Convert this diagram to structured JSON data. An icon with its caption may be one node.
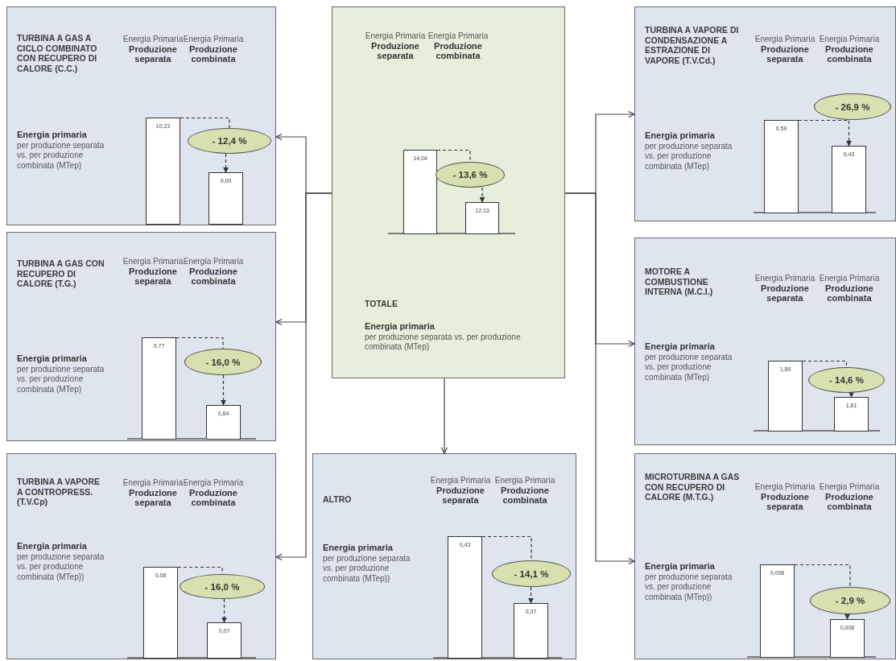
{
  "diagram": {
    "nodes": [
      {
        "text": [
          "TURBINA A GAS A CICLO COMBINATO CON RECUPERO DI CALORE (C.C.)",
          "Energia Primaria **Produzione separata**",
          "Energia Primaria **Produzione combinata**",
          "**Energia primaria** per produzione separata vs. per produzione combinata (MTep)"
        ]
      },
      {
        "text": [
          "10,23"
        ],
        "in": 0
      },
      {
        "text": [
          "- 12,4 %"
        ],
        "in": 0
      },
      {
        "text": [
          "9,00"
        ],
        "in": 0
      },
      {
        "text": [
          "Energia Primaria **Produzione separata**",
          "Energia Primaria **Produzione combinata**",
          "TOTALE",
          "**Energia primaria** per produzione separata vs. per produzione combinata (MTep)"
        ]
      },
      {
        "text": [
          "14,04"
        ],
        "in": 4
      },
      {
        "text": [
          "- 13,6 %"
        ],
        "in": 4
      },
      {
        "text": [
          "12,13"
        ],
        "in": 4
      },
      {
        "text": [
          "TURBINA A VAPORE DI CONDENSAZIONE A ESTRAZIONE DI VAPORE (T.V.Cd.)",
          "Energia Primaria **Produzione separata**",
          "Energia Primaria **Produzione combinata**",
          "**Energia primaria** per produzione separata vs. per produzione combinata (MTep)"
        ]
      },
      {
        "text": [
          "0,59"
        ],
        "in": 8
      },
      {
        "text": [
          "- 26,9 %"
        ],
        "in": 8
      },
      {
        "text": [
          "0,43"
        ],
        "in": 8
      },
      {
        "text": [
          "TURBINA A GAS CON RECUPERO DI CALORE (T.G.)",
          "Energia Primaria **Produzione separata**",
          "Energia Primaria **Produzione combinata**",
          "**Energia primaria** per produzione separata vs. per produzione combinata (MTep)"
        ]
      },
      {
        "text": [
          "0,77"
        ],
        "in": 12
      },
      {
        "text": [
          "- 16,0 %"
        ],
        "in": 12
      },
      {
        "text": [
          "0,64"
        ],
        "in": 12
      },
      {
        "text": [
          "MOTORE A COMBUSTIONE INTERNA (M.C.I.)",
          "Energia Primaria **Produzione separata**",
          "Energia Primaria **Produzione combinata**",
          "**Energia primaria** per produzione separata vs. per produzione combinata (MTep)"
        ]
      },
      {
        "text": [
          "1,89"
        ],
        "in": 16
      },
      {
        "text": [
          "- 14,6 %"
        ],
        "in": 16
      },
      {
        "text": [
          "1,61"
        ],
        "in": 16
      },
      {
        "text": [
          "TURBINA A VAPORE A CONTROPRESS. (T.V.Cp)",
          "Energia Primaria **Produzione separata**",
          "Energia Primaria **Produzione combinata**",
          "**Energia primaria** per produzione separata vs. per produzione combinata (MTep))"
        ]
      },
      {
        "text": [
          "0,08"
        ],
        "in": 20
      },
      {
        "text": [
          "- 16,0 %"
        ],
        "in": 20
      },
      {
        "text": [
          "0,07"
        ],
        "in": 20
      },
      {
        "text": [
          "ALTRO",
          "Energia Primaria **Produzione separata**",
          "Energia Primaria **Produzione combinata**",
          "**Energia primaria** per produzione separata vs. per produzione combinata (MTep))"
        ]
      },
      {
        "text": [
          "0,43"
        ],
        "in": 24
      },
      {
        "text": [
          "- 14,1 %"
        ],
        "in": 24
      },
      {
        "text": [
          "0,37"
        ],
        "in": 24
      },
      {
        "text": [
          "MICROTURBINA A GAS CON RECUPERO DI CALORE (M.T.G.)",
          "Energia Primaria **Produzione separata**",
          "Energia Primaria **Produzione combinata**",
          "**Energia primaria** per produzione separata vs. per produzione combinata (MTep))"
        ]
      },
      {
        "text": [
          "0,008"
        ],
        "in": 28
      },
      {
        "text": [
          "- 2,9 %"
        ],
        "in": 28
      },
      {
        "text": [
          "0,008"
        ],
        "in": 28
      }
    ],
    "edges": [
      {
        "from": 4,
        "to": 0,
        "arrow": "to"
      },
      {
        "from": 4,
        "to": 12,
        "arrow": "to"
      },
      {
        "from": 4,
        "to": 20,
        "arrow": "to"
      },
      {
        "from": 4,
        "to": 8,
        "arrow": "to"
      },
      {
        "from": 4,
        "to": 16,
        "arrow": "to"
      },
      {
        "from": 4,
        "to": 28,
        "arrow": "to"
      },
      {
        "from": 4,
        "to": 24,
        "arrow": "to"
      },
      {
        "from": 1,
        "to": 2,
        "arrow": "none",
        "style": "dashed"
      },
      {
        "from": 2,
        "to": 3,
        "arrow": "to",
        "style": "dashed"
      },
      {
        "from": 5,
        "to": 6,
        "arrow": "none",
        "style": "dashed"
      },
      {
        "from": 6,
        "to": 7,
        "arrow": "to",
        "style": "dashed"
      },
      {
        "from": 9,
        "to": 11,
        "arrow": "to",
        "style": "dashed"
      },
      {
        "from": 13,
        "to": 14,
        "arrow": "none",
        "style": "dashed"
      },
      {
        "from": 14,
        "to": 15,
        "arrow": "to",
        "style": "dashed"
      },
      {
        "from": 17,
        "to": 18,
        "arrow": "none",
        "style": "dashed"
      },
      {
        "from": 18,
        "to": 19,
        "arrow": "to",
        "style": "dashed"
      },
      {
        "from": 21,
        "to": 22,
        "arrow": "none",
        "style": "dashed"
      },
      {
        "from": 22,
        "to": 23,
        "arrow": "to",
        "style": "dashed"
      },
      {
        "from": 25,
        "to": 26,
        "arrow": "none",
        "style": "dashed"
      },
      {
        "from": 26,
        "to": 27,
        "arrow": "to",
        "style": "dashed"
      },
      {
        "from": 29,
        "to": 30,
        "arrow": "none",
        "style": "dashed"
      },
      {
        "from": 30,
        "to": 31,
        "arrow": "to",
        "style": "dashed"
      }
    ]
  }
}
